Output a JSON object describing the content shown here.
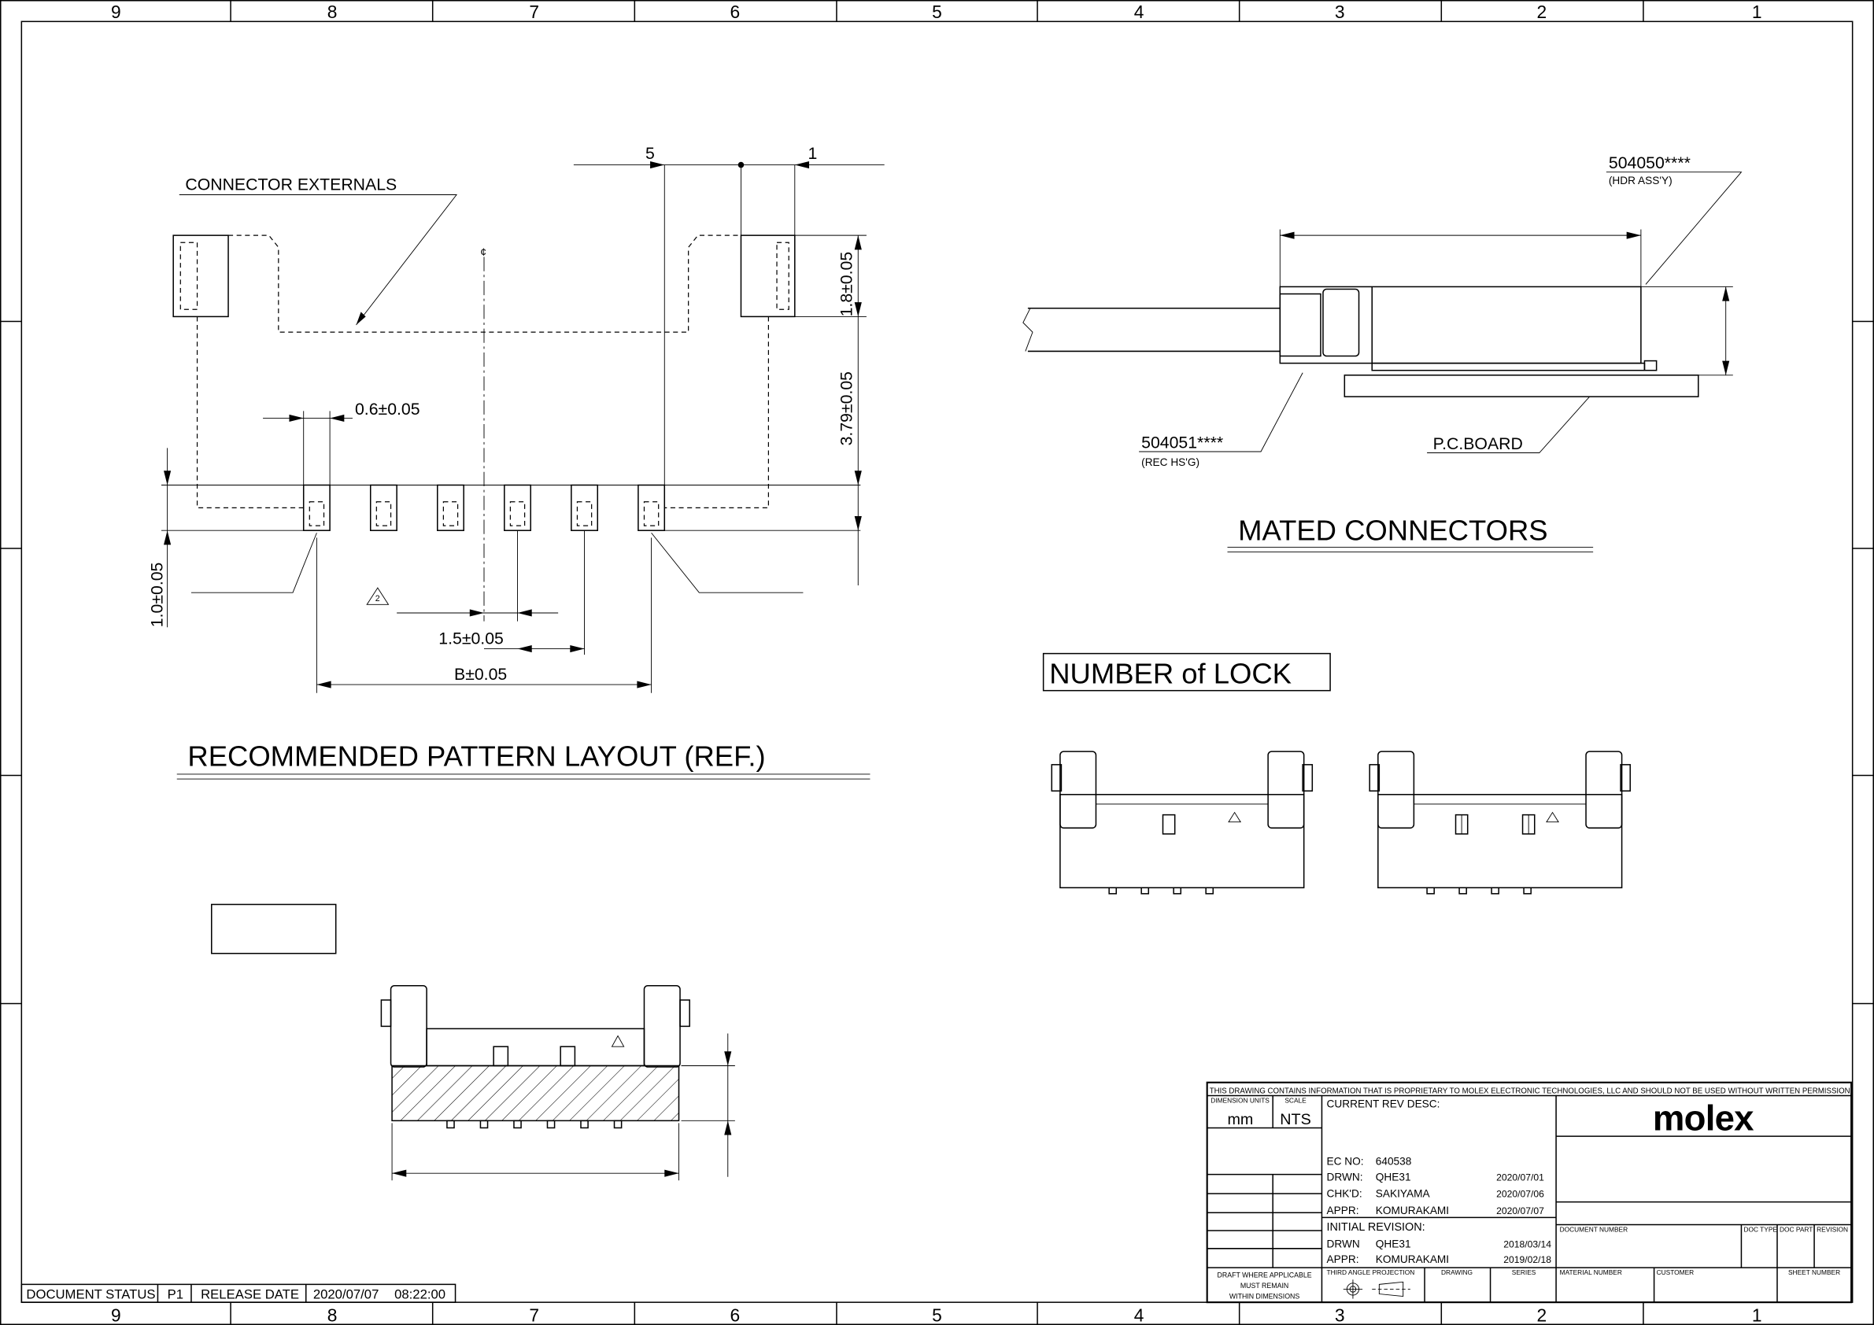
{
  "zones": {
    "columns": [
      "9",
      "8",
      "7",
      "6",
      "5",
      "4",
      "3",
      "2",
      "1"
    ]
  },
  "pattern": {
    "label_externals": "CONNECTOR EXTERNALS",
    "dim_5": "5",
    "dim_1": "1",
    "centerline": "¢",
    "dim_pad_width": "0.6±0.05",
    "dim_lock_height": "1.8±0.05",
    "dim_row_distance": "3.79±0.05",
    "dim_pad_height": "1.0±0.05",
    "dim_pitch": "1.5±0.05",
    "dim_span": "B±0.05",
    "note_symbol": "2",
    "title": "RECOMMENDED PATTERN LAYOUT (REF.)"
  },
  "mated": {
    "hdr_part": "504050****",
    "hdr_desc": "(HDR ASS'Y)",
    "rec_part": "504051****",
    "rec_desc": "(REC HS'G)",
    "pcb": "P.C.BOARD",
    "title": "MATED CONNECTORS"
  },
  "lock": {
    "title": "NUMBER of LOCK"
  },
  "status_bar": {
    "status_label": "DOCUMENT STATUS",
    "status_value": "P1",
    "release_label": "RELEASE DATE",
    "release_date": "2020/07/07",
    "release_time": "08:22:00"
  },
  "title_block": {
    "proprietary": "THIS DRAWING CONTAINS INFORMATION THAT IS PROPRIETARY TO MOLEX ELECTRONIC TECHNOLOGIES, LLC AND SHOULD NOT BE USED WITHOUT WRITTEN PERMISSION",
    "dim_units_label": "DIMENSION UNITS",
    "dim_units": "mm",
    "scale_label": "SCALE",
    "scale": "NTS",
    "current_rev": "CURRENT REV DESC:",
    "ec_label": "EC NO:",
    "ec_no": "640538",
    "drwn_label": "DRWN:",
    "drwn": "QHE31",
    "drwn_date": "2020/07/01",
    "chkd_label": "CHK'D:",
    "chkd": "SAKIYAMA",
    "chkd_date": "2020/07/06",
    "appr_label": "APPR:",
    "appr": "KOMURAKAMI",
    "appr_date": "2020/07/07",
    "initial_rev": "INITIAL REVISION:",
    "init_drwn_label": "DRWN",
    "init_drwn": "QHE31",
    "init_drwn_date": "2018/03/14",
    "init_appr_label": "APPR:",
    "init_appr": "KOMURAKAMI",
    "init_appr_date": "2019/02/18",
    "draft_note": [
      "DRAFT WHERE APPLICABLE",
      "MUST REMAIN",
      "WITHIN DIMENSIONS"
    ],
    "projection_label": "THIRD ANGLE PROJECTION",
    "drawing_label": "DRAWING",
    "series_label": "SERIES",
    "logo": "molex",
    "doc_number_label": "DOCUMENT NUMBER",
    "doc_type_label": "DOC TYPE",
    "doc_part_label": "DOC PART",
    "revision_label": "REVISION",
    "material_label": "MATERIAL NUMBER",
    "customer_label": "CUSTOMER",
    "sheet_label": "SHEET NUMBER"
  }
}
